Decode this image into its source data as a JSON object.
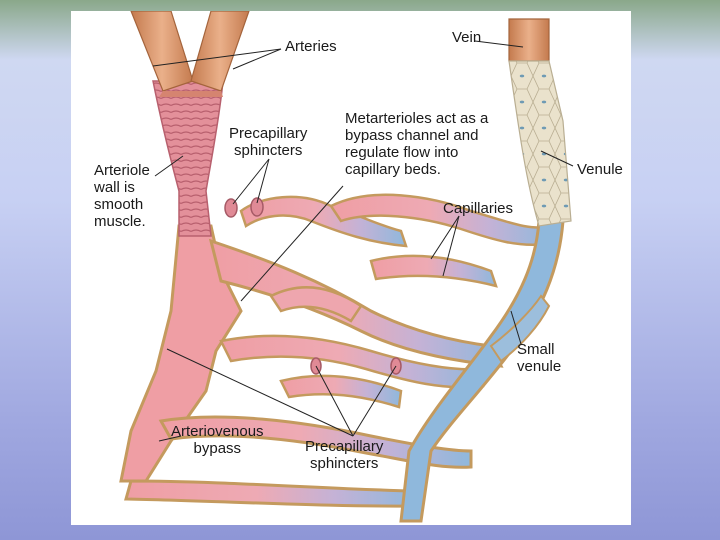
{
  "labels": {
    "arteries": "Arteries",
    "vein": "Vein",
    "precapillary_top": "Precapillary\nsphincters",
    "metarterioles": "Metarterioles act as a\nbypass channel and\nregulate flow into\ncapillary beds.",
    "arteriole_wall": "Arteriole\nwall is\nsmooth\nmuscle.",
    "venule": "Venule",
    "capillaries": "Capillaries",
    "small_venule": "Small\nvenule",
    "arteriovenous": "Arteriovenous\nbypass",
    "precapillary_bottom": "Precapillary\nsphincters"
  },
  "colors": {
    "artery_tube": "#d9956a",
    "arteriole_muscle": "#e3909a",
    "arterial_blood": "#ef9ea4",
    "venous_blood": "#8fb8dc",
    "vessel_wall": "#c49a5e",
    "vein_wall": "#e6dcc4"
  }
}
